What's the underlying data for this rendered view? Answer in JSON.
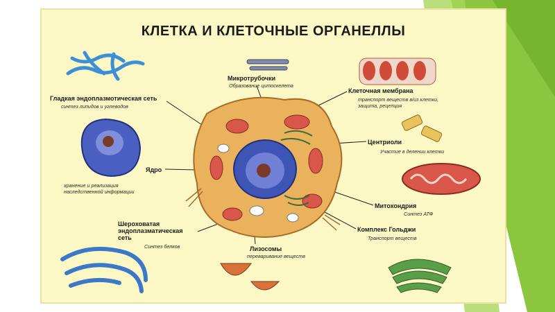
{
  "title": "КЛЕТКА И КЛЕТОЧНЫЕ ОРГАНЕЛЛЫ",
  "organelles": {
    "smooth_er": {
      "label": "Гладкая эндоплазмотическая сеть",
      "desc": "синтез липидов и углеводов"
    },
    "nucleus": {
      "label": "Ядро",
      "desc1": "хранение и реализация",
      "desc2": "наследственной информации"
    },
    "rough_er": {
      "label1": "Шероховатая",
      "label2": "эндоплазматическая",
      "label3": "сеть",
      "desc": "Синтез белков"
    },
    "microtubules": {
      "label": "Микротрубочки",
      "desc": "Образование цитоскелета"
    },
    "membrane": {
      "label": "Клеточная мембрана",
      "desc1": "транспорт веществ в/из клетки,",
      "desc2": "защита, рецепция"
    },
    "centrioles": {
      "label": "Центриоли",
      "desc": "Участие в делении клетки"
    },
    "mitochondria": {
      "label": "Митохондрия",
      "desc": "Синтез АТФ"
    },
    "golgi": {
      "label": "Комплекс Гольджи",
      "desc": "Транспорт веществ"
    },
    "lysosomes": {
      "label": "Лизосомы",
      "desc": "переваривание веществ"
    }
  },
  "colors": {
    "background_green": "#8cc63f",
    "poster": "#fbf8c5",
    "cytoplasm": "#eab25c",
    "nucleus": "#3f55b5",
    "mitochondria": "#d9574a",
    "er": "#3b8fd6"
  }
}
